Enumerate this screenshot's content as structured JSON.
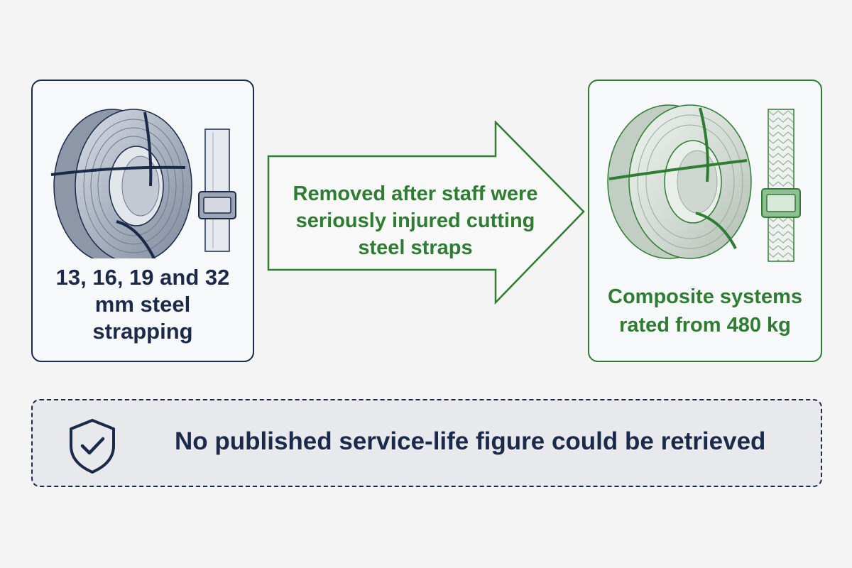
{
  "left": {
    "caption": "13, 16, 19 and 32 mm steel strapping",
    "color": "#1c2a4a"
  },
  "arrow": {
    "text": "Removed after staff were seriously injured cutting steel straps",
    "color": "#2e7d32"
  },
  "right": {
    "caption": "Composite systems rated from 480 kg",
    "color": "#2e7d32"
  },
  "notice": {
    "text": "No published service-life figure could be retrieved",
    "icon": "shield-check-icon"
  }
}
